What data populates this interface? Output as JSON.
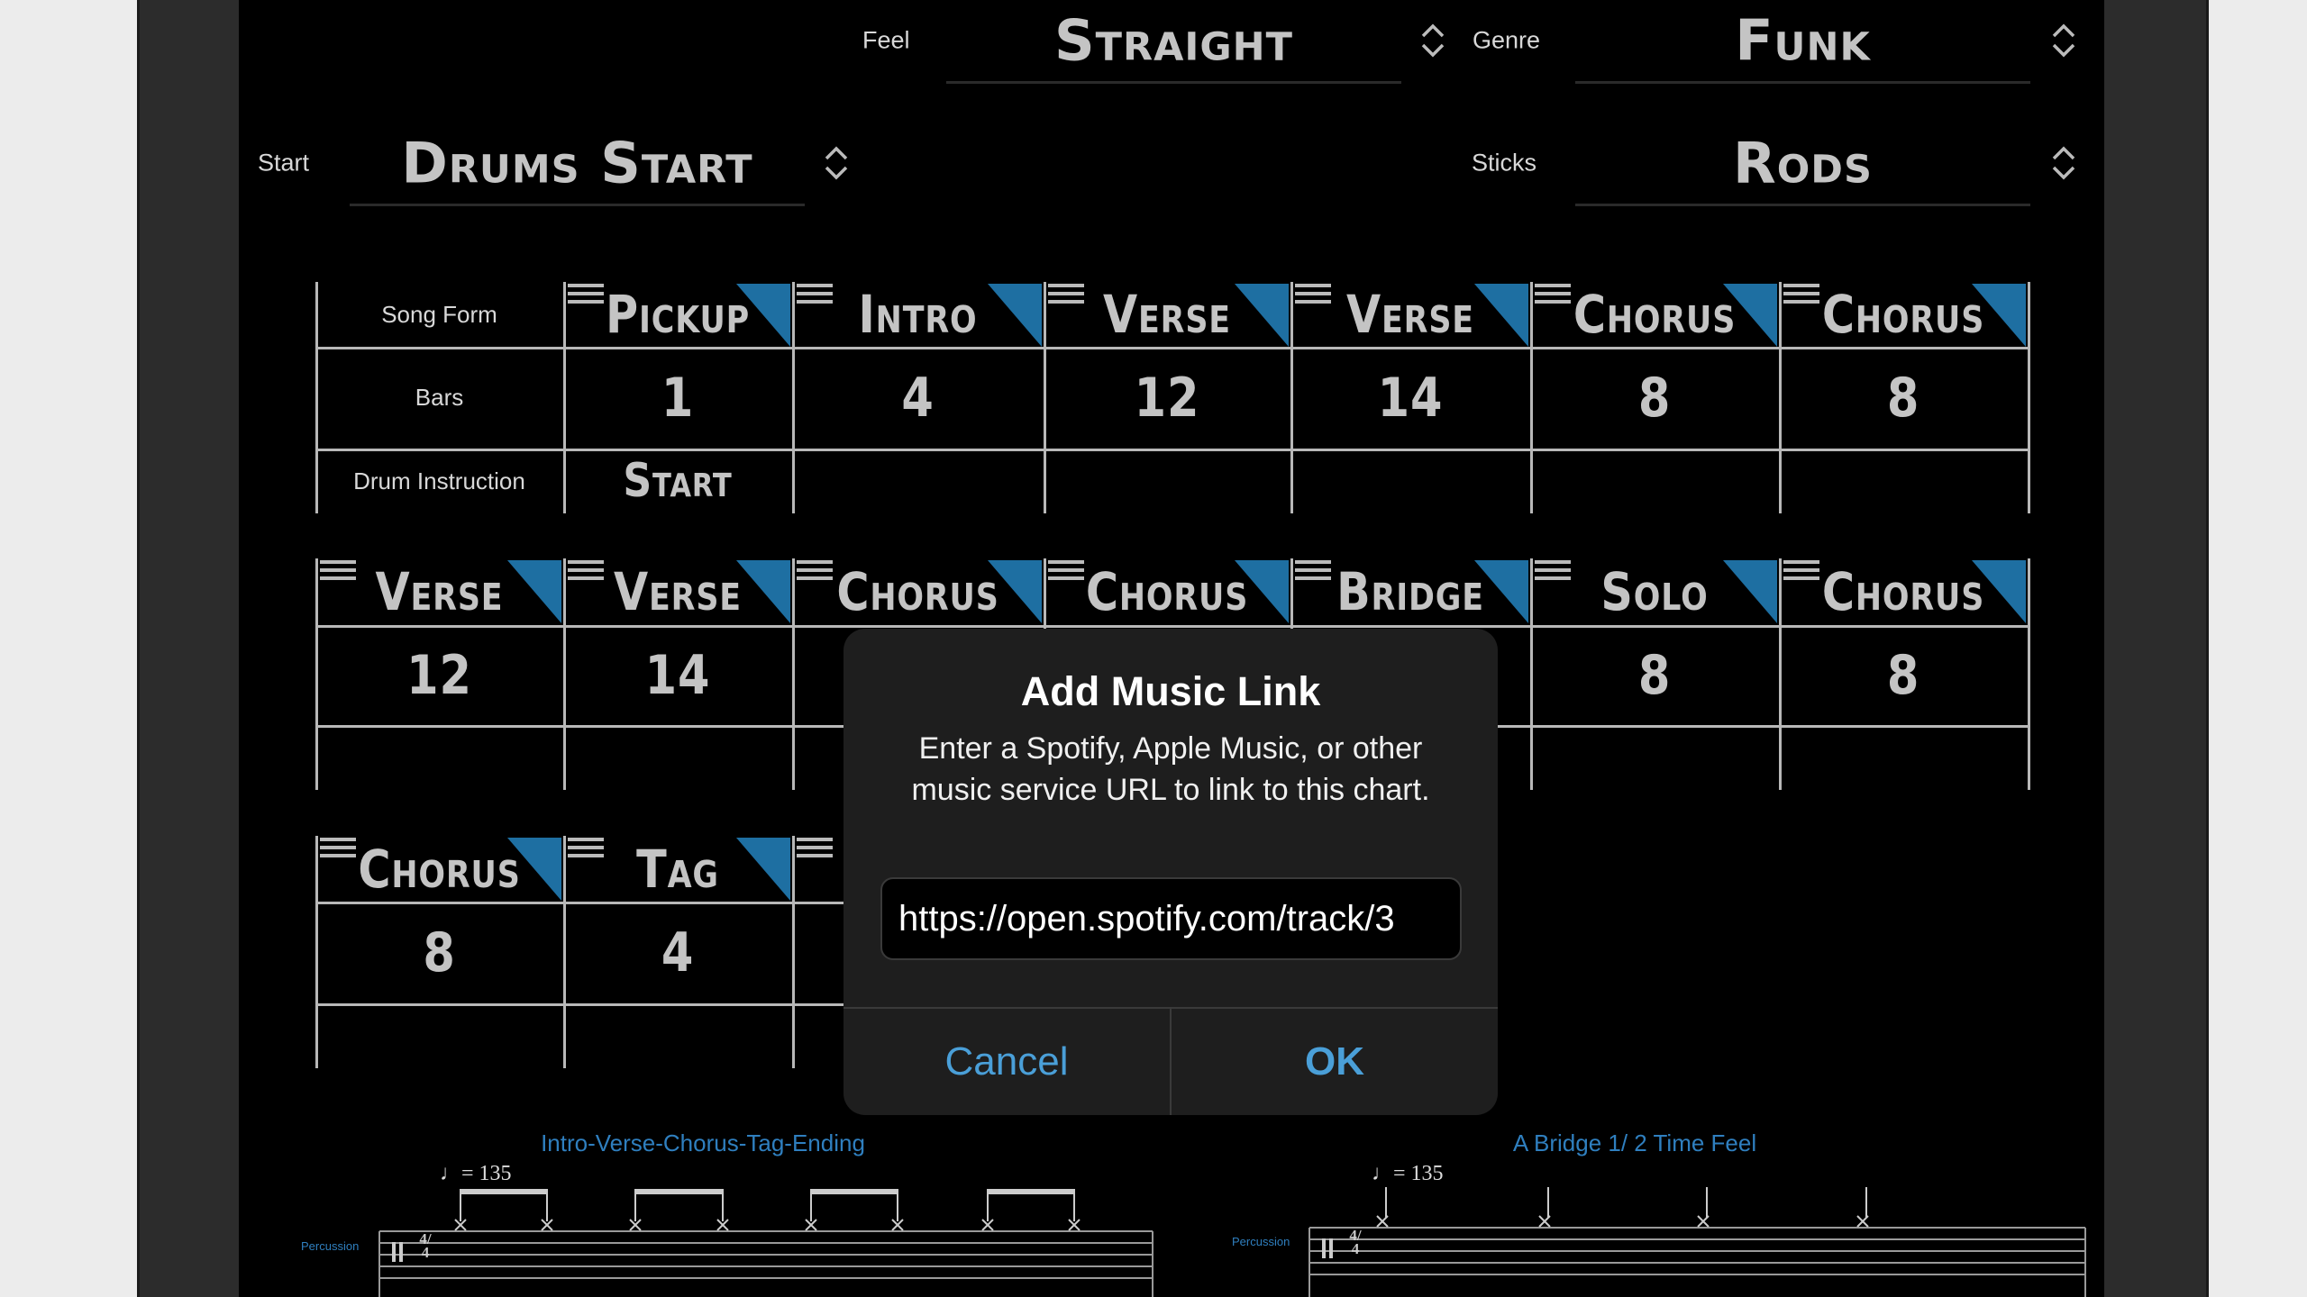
{
  "settings": {
    "feel": {
      "label": "Feel",
      "value": "Straight"
    },
    "genre": {
      "label": "Genre",
      "value": "Funk"
    },
    "start": {
      "label": "Start",
      "value": "Drums Start"
    },
    "sticks": {
      "label": "Sticks",
      "value": "Rods"
    }
  },
  "song_table": {
    "row_labels": [
      "Song Form",
      "Bars",
      "Drum Instruction"
    ],
    "rows": [
      {
        "sections": [
          {
            "name": "Pickup",
            "bars": "1",
            "instruction": "Start"
          },
          {
            "name": "Intro",
            "bars": "4",
            "instruction": ""
          },
          {
            "name": "Verse",
            "bars": "12",
            "instruction": ""
          },
          {
            "name": "Verse",
            "bars": "14",
            "instruction": ""
          },
          {
            "name": "Chorus",
            "bars": "8",
            "instruction": ""
          },
          {
            "name": "Chorus",
            "bars": "8",
            "instruction": ""
          }
        ]
      },
      {
        "sections": [
          {
            "name": "Verse",
            "bars": "12",
            "instruction": ""
          },
          {
            "name": "Verse",
            "bars": "14",
            "instruction": ""
          },
          {
            "name": "Chorus",
            "bars": "",
            "instruction": ""
          },
          {
            "name": "Chorus",
            "bars": "",
            "instruction": ""
          },
          {
            "name": "Bridge",
            "bars": "",
            "instruction": ""
          },
          {
            "name": "Solo",
            "bars": "8",
            "instruction": ""
          },
          {
            "name": "Chorus",
            "bars": "8",
            "instruction": ""
          }
        ]
      },
      {
        "sections": [
          {
            "name": "Chorus",
            "bars": "8",
            "instruction": ""
          },
          {
            "name": "Tag",
            "bars": "4",
            "instruction": ""
          },
          {
            "name": "",
            "bars": "",
            "instruction": ""
          }
        ]
      }
    ],
    "accent_color": "#1e6fa2"
  },
  "dialog": {
    "title": "Add Music Link",
    "message": "Enter a Spotify, Apple Music, or other music service URL to link to this chart.",
    "input_value": "https://open.spotify.com/track/3",
    "cancel_label": "Cancel",
    "ok_label": "OK",
    "button_color": "#4a9fd8"
  },
  "sheets": [
    {
      "title": "Intro-Verse-Chorus-Tag-Ending",
      "tempo": "= 135",
      "instrument": "Percussion",
      "time_signature": "4/4"
    },
    {
      "title": "A Bridge 1/ 2 Time Feel",
      "tempo": "= 135",
      "instrument": "Percussion",
      "time_signature": "4/4"
    }
  ]
}
